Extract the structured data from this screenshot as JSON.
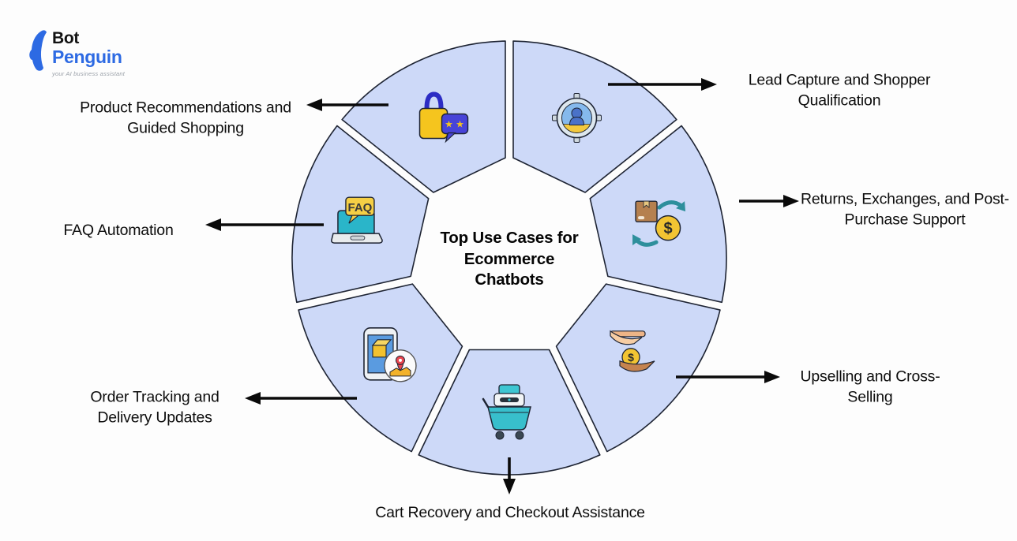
{
  "logo": {
    "bot": "Bot",
    "penguin": "Penguin",
    "tagline": "your AI business assistant"
  },
  "center_title": "Top Use Cases for Ecommerce Chatbots",
  "colors": {
    "segment_fill": "#cdd9f8",
    "segment_stroke": "#1e2433",
    "arrow": "#0a0a0a",
    "brand_blue": "#2d6ae3"
  },
  "icon_texts": {
    "faq_label": "FAQ",
    "currency": "$"
  },
  "segments": [
    {
      "label": "Lead Capture and Shopper Qualification",
      "icon": "lead-target-icon"
    },
    {
      "label": "Returns, Exchanges, and Post-Purchase Support",
      "icon": "box-dollar-exchange-icon"
    },
    {
      "label": "Upselling and Cross-Selling",
      "icon": "hand-coin-icon"
    },
    {
      "label": "Cart Recovery and Checkout Assistance",
      "icon": "shopping-cart-icon"
    },
    {
      "label": "Order Tracking and Delivery Updates",
      "icon": "phone-package-tracking-icon"
    },
    {
      "label": "FAQ Automation",
      "icon": "laptop-faq-icon"
    },
    {
      "label": "Product Recommendations and Guided Shopping",
      "icon": "shopping-bag-reviews-icon"
    }
  ]
}
